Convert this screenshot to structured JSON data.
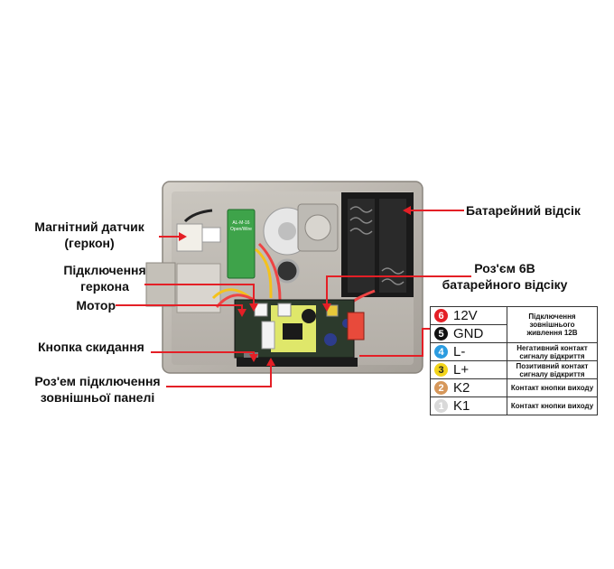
{
  "labels": {
    "reed_sensor": [
      "Магнітний датчик",
      "(геркон)"
    ],
    "reed_connection": [
      "Підключення",
      "геркона"
    ],
    "motor": "Мотор",
    "reset_button": "Кнопка скидання",
    "panel_connector": [
      "Роз'ем підключення",
      "зовнішньої панелі"
    ],
    "battery_compartment": "Батарейний відсік",
    "battery_connector": [
      "Роз'єм 6В",
      "батарейного відсіку"
    ]
  },
  "board": {
    "module_text": "AL-M-16\nOpen/Wire"
  },
  "colors": {
    "pointer": "#e41f26"
  },
  "pins": [
    {
      "num": "6",
      "name": "12V",
      "color": "#e41f26",
      "desc": [
        "Підключення",
        "зовнішнього",
        "живлення 12В"
      ]
    },
    {
      "num": "5",
      "name": "GND",
      "color": "#111111",
      "desc": []
    },
    {
      "num": "4",
      "name": "L-",
      "color": "#2b9ce0",
      "desc": [
        "Негативний контакт",
        "сигналу відкриття"
      ]
    },
    {
      "num": "3",
      "name": "L+",
      "color": "#f2d41a",
      "desc": [
        "Позитивний контакт",
        "сигналу відкриття"
      ]
    },
    {
      "num": "2",
      "name": "K2",
      "color": "#d6975a",
      "desc": [
        "Контакт кнопки виходу"
      ]
    },
    {
      "num": "1",
      "name": "K1",
      "color": "#d9d9d9",
      "desc": [
        "Контакт кнопки виходу"
      ]
    }
  ]
}
